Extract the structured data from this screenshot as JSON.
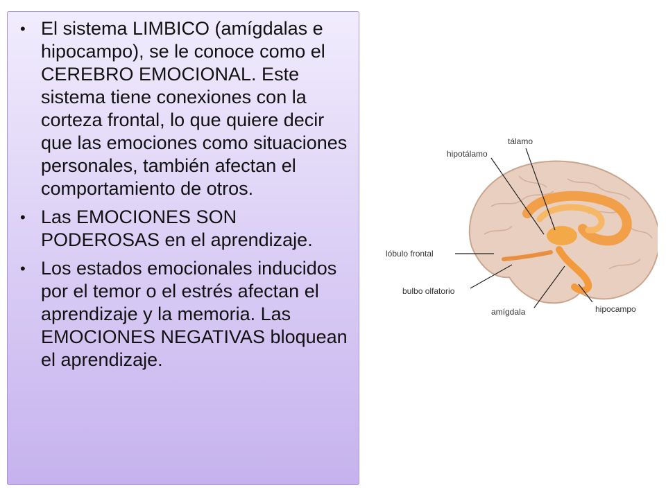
{
  "bullets": [
    "El sistema LIMBICO (amígdalas e hipocampo), se le conoce como el CEREBRO EMOCIONAL. Este sistema tiene conexiones con la corteza frontal, lo que quiere decir que las emociones como situaciones personales, también afectan el comportamiento de otros.",
    "Las EMOCIONES SON PODEROSAS en el aprendizaje.",
    "Los estados emocionales inducidos por el temor o el estrés afectan el aprendizaje y la memoria. Las EMOCIONES NEGATIVAS bloquean el aprendizaje."
  ],
  "figure": {
    "labels": {
      "talamo": "tálamo",
      "hipotalamo": "hipotálamo",
      "lobulo_frontal": "lóbulo frontal",
      "bulbo_olfatorio": "bulbo olfatorio",
      "amigdala": "amígdala",
      "hipocampo": "hipocampo"
    },
    "colors": {
      "brain": "#e8cfbf",
      "limbic": "#f29a3c",
      "accent_panel": "#c6b2ee"
    }
  }
}
